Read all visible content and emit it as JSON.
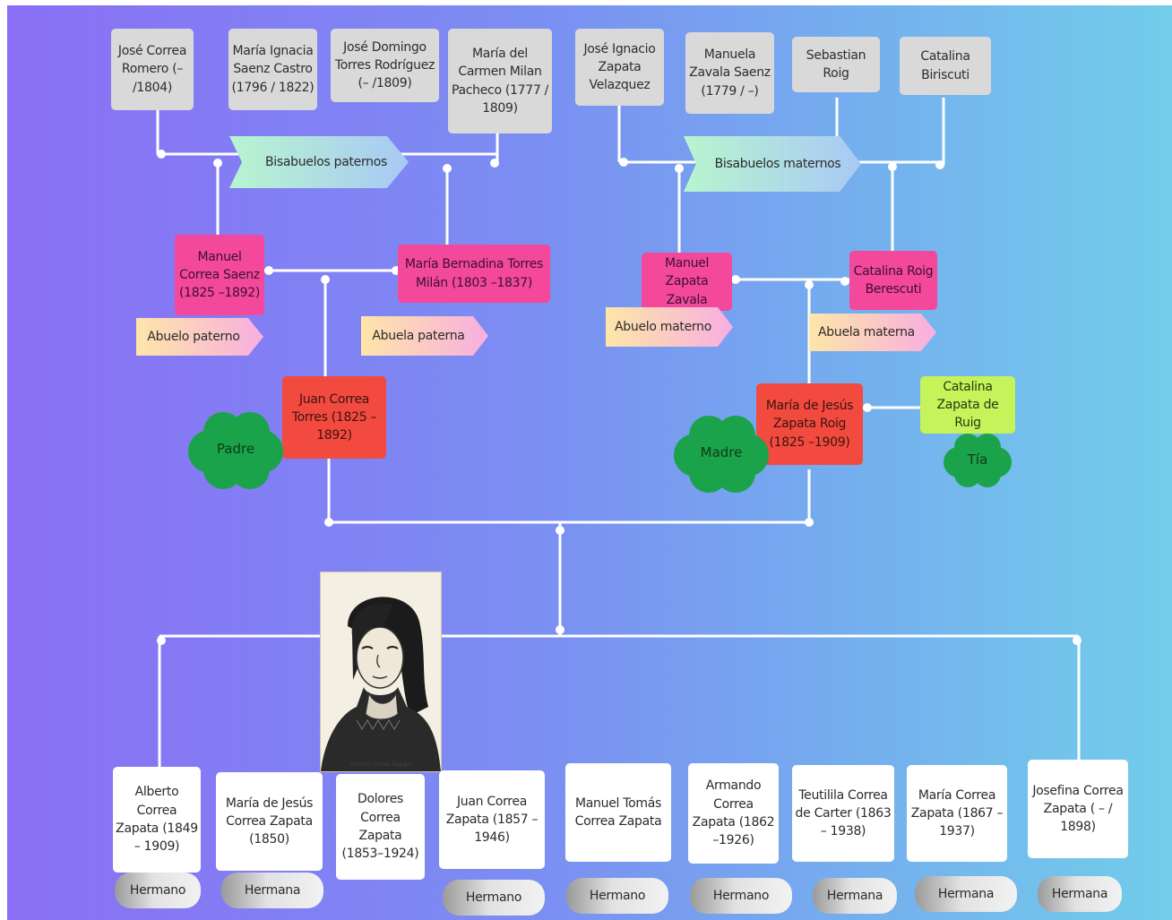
{
  "great_grandparents": {
    "paternal_banner": "Bisabuelos paternos",
    "maternal_banner": "Bisabuelos maternos",
    "paternal": [
      "José Correa Romero (– /1804)",
      "María Ignacia Saenz Castro (1796 / 1822)",
      "José Domingo Torres Rodríguez (– /1809)",
      "María del Carmen Milan Pacheco (1777 / 1809)"
    ],
    "maternal": [
      "José Ignacio Zapata Velazquez",
      "Manuela Zavala Saenz (1779 / –)",
      "Sebastian Roig",
      "Catalina Biriscuti"
    ]
  },
  "grandparents": {
    "paternal_grandfather": "Manuel Correa Saenz (1825 –1892)",
    "paternal_grandmother": "María Bernadina Torres Milán (1803 –1837)",
    "maternal_grandfather": "Manuel Zapata Zavala",
    "maternal_grandmother": "Catalina Roig Berescuti",
    "label_paternal_grandfather": "Abuelo paterno",
    "label_paternal_grandmother": "Abuela paterna",
    "label_maternal_grandfather": "Abuelo materno",
    "label_maternal_grandmother": "Abuela materna"
  },
  "parents": {
    "father": "Juan Correa Torres (1825 –1892)",
    "mother": "María de Jesús Zapata Roig (1825 –1909)",
    "aunt": "Catalina Zapata de Ruig",
    "father_label": "Padre",
    "mother_label": "Madre",
    "aunt_label": "Tía"
  },
  "portrait_caption": "Dolores Correa Zapata",
  "siblings": [
    {
      "name": "Alberto Correa Zapata (1849 – 1909)",
      "role": "Hermano"
    },
    {
      "name": "María de Jesús Correa Zapata (1850)",
      "role": "Hermana"
    },
    {
      "name": "Dolores Correa Zapata (1853–1924)",
      "role": ""
    },
    {
      "name": "Juan Correa Zapata (1857 –1946)",
      "role": "Hermano"
    },
    {
      "name": "Manuel Tomás Correa Zapata",
      "role": "Hermano"
    },
    {
      "name": "Armando Correa Zapata (1862 –1926)",
      "role": "Hermano"
    },
    {
      "name": "Teutilila Correa de Carter (1863 – 1938)",
      "role": "Hermana"
    },
    {
      "name": "María Correa Zapata (1867 –1937)",
      "role": "Hermana"
    },
    {
      "name": "Josefina Correa Zapata ( – / 1898)",
      "role": "Hermana"
    }
  ],
  "colors": {
    "line": "#ffffff",
    "gray_box": "#d9d9d9",
    "pink_box": "#f3489b",
    "red_box": "#f24a3e",
    "lime_box": "#c6f35a",
    "cloud": "#1aa34a"
  }
}
